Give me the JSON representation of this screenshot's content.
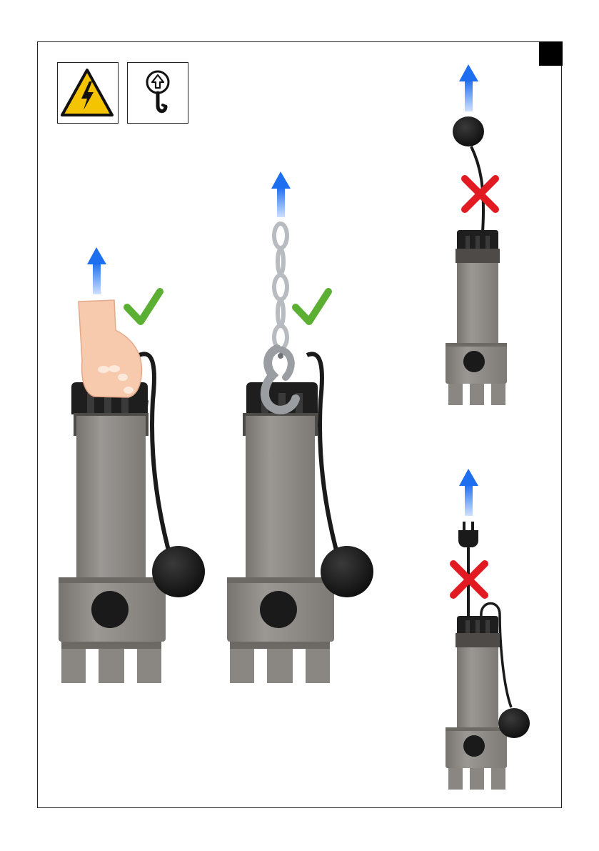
{
  "page": {
    "background": "#ffffff",
    "frame_color": "#222222"
  },
  "warning_sign": {
    "icon": "electrical-hazard-icon",
    "fill": "#f5c400",
    "stroke": "#111111"
  },
  "lifting_sign": {
    "icon": "lifting-hook-icon"
  },
  "scenes": [
    {
      "id": "lift-by-hand",
      "verdict": "allowed",
      "mark_icon": "check-icon"
    },
    {
      "id": "lift-by-chain-hook",
      "verdict": "allowed",
      "mark_icon": "check-icon"
    },
    {
      "id": "lift-by-float-cable",
      "verdict": "forbidden",
      "mark_icon": "cross-icon"
    },
    {
      "id": "lift-by-power-cable",
      "verdict": "forbidden",
      "mark_icon": "cross-icon"
    }
  ],
  "colors": {
    "arrow_top": "#1e6ff0",
    "arrow_bottom": "#cfe1ff",
    "check": "#5bb033",
    "cross": "#e21b23",
    "pump_body": "#8e8b88",
    "pump_dark": "#6f6c69",
    "pump_black": "#1a1a1a",
    "skin": "#f7c9ad",
    "chain": "#b8bcc0"
  }
}
